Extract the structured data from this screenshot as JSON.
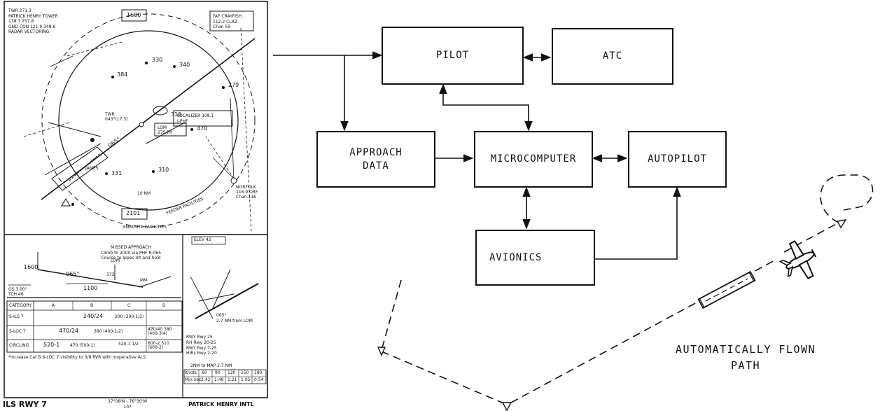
{
  "approach_chart": {
    "header_lines": [
      "TWR 271.3",
      "PATRICK HENRY TOWER",
      "118.7 257.8",
      "GND CON 121.9 348.6",
      "RADAR VECTORING"
    ],
    "msa": "1600",
    "fix_box": [
      "FAF CRAYFISH",
      "112.2 CLAZ",
      "Chan 59"
    ],
    "localizer": [
      "LOCALIZER 108.1",
      "I-PHF"
    ],
    "lom": [
      "LOM",
      "275 PH"
    ],
    "tower_box": [
      "TWR",
      "043°(17.3)"
    ],
    "james": "JAMES",
    "norfolk": [
      "NORFOLK",
      "116.9 ORF",
      "Chan 116"
    ],
    "elevations": [
      "330",
      "316",
      "384",
      "470",
      "310",
      "331",
      "340",
      "279"
    ],
    "course_label": "065°",
    "range_ring": "10 NM",
    "feeder": "FEEDER FACILITIES",
    "enroute": "ENROUTE FACILITIES",
    "feeder_alt": "2101",
    "missed_approach": [
      "MISSED APPROACH",
      "Climb to 2000 via PHF R-065",
      "Course to Ippec Int and hold"
    ],
    "profile": {
      "alt_1600": "1600",
      "course": "065°",
      "alt_1100": "1100",
      "gs": [
        "GS 3.00°",
        "TCH 46"
      ],
      "lom": "LOM",
      "mm": "MM",
      "glideslope_alt": "373"
    },
    "minimums": {
      "headers": [
        "CATEGORY",
        "A",
        "B",
        "C",
        "D"
      ],
      "rows": [
        {
          "label": "S-ILS 7",
          "value": "240/24",
          "extra": "200 (200-1/2)"
        },
        {
          "label": "S-LOC 7",
          "value": "470/24",
          "extra": "380 (400-1/2)",
          "alt": "470/40 380 (400-3/4)"
        },
        {
          "label": "CIRCLING",
          "value": "520-1",
          "extra": "470 (500-1)",
          "alt2": "520-1 1/2",
          "alt3": "600-2 510 (600-2)"
        }
      ],
      "note": "*Increase Cat B S-LOC 7 visibility to 3/8 RVR with inoperative ALS"
    },
    "elev": "ELEV 42",
    "airport": {
      "runway_course": "065°",
      "dist": "2.7 NM from LOM",
      "runways": [
        "RWY Rwy 25",
        "RH Rwy 20-25",
        "RWY Rwy 7-25",
        "HIRL Rwy 2-20"
      ],
      "fix": "2NM to MAP 2.7 NM",
      "speeds": [
        "Knots",
        "60",
        "90",
        "120",
        "150",
        "180"
      ],
      "times": [
        "Min:Sec",
        "2:42",
        "1:48",
        "1:21",
        "1:05",
        "0:54"
      ]
    },
    "footer_left": "ILS RWY 7",
    "footer_center": [
      "37°08'N - 76°30'W",
      "107"
    ],
    "footer_right": "PATRICK HENRY INTL"
  },
  "blocks": {
    "pilot": "PILOT",
    "atc": "ATC",
    "approach_data": "APPROACH\nDATA",
    "microcomputer": "MICROCOMPUTER",
    "autopilot": "AUTOPILOT",
    "avionics": "AVIONICS"
  },
  "flight_path_label": "AUTOMATICALLY FLOWN\nPATH"
}
